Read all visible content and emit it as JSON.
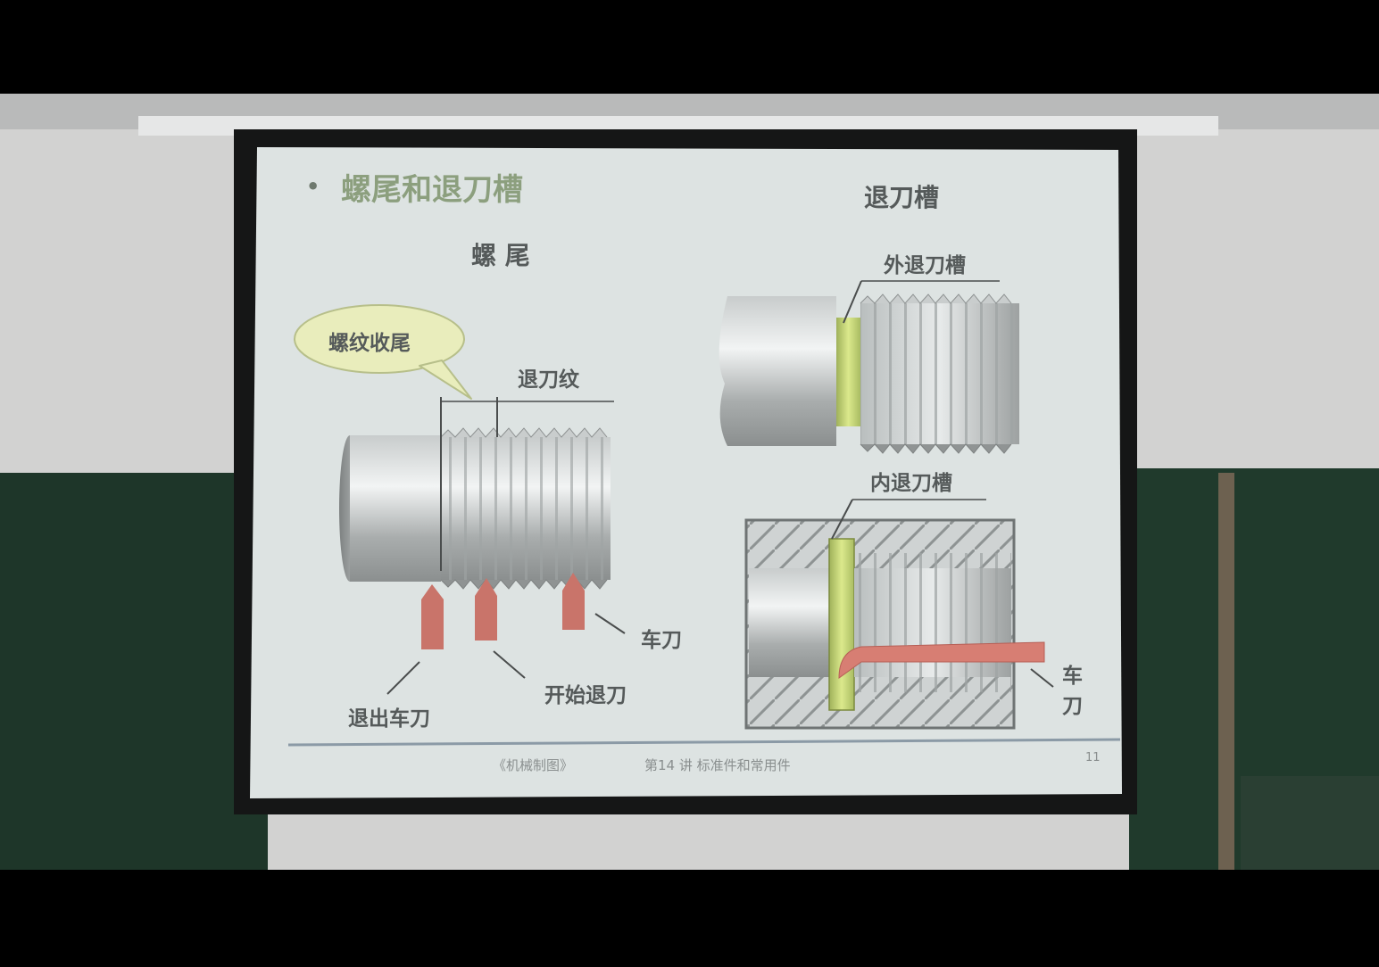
{
  "slide": {
    "title": "螺尾和退刀槽",
    "bullet": "•",
    "left_heading": "螺 尾",
    "right_heading": "退刀槽",
    "callout": "螺纹收尾",
    "label_tuidaowen": "退刀纹",
    "label_tool_right": "车刀",
    "label_start_retract": "开始退刀",
    "label_exit_tool": "退出车刀",
    "label_outer_groove": "外退刀槽",
    "label_inner_groove": "内退刀槽",
    "label_inner_tool_1": "车",
    "label_inner_tool_2": "刀",
    "footer_course": "《机械制图》",
    "footer_lecture": "第14 讲  标准件和常用件",
    "page_number": "11"
  },
  "colors": {
    "screen_bg": "#dde3e2",
    "title_green": "#8c9f7e",
    "tool_red": "#c9746a",
    "groove_yellow": "#cfe07a",
    "callout_fill": "#e9edbc",
    "chalkboard": "#1f3a2c",
    "wall": "#d3d3d3"
  }
}
